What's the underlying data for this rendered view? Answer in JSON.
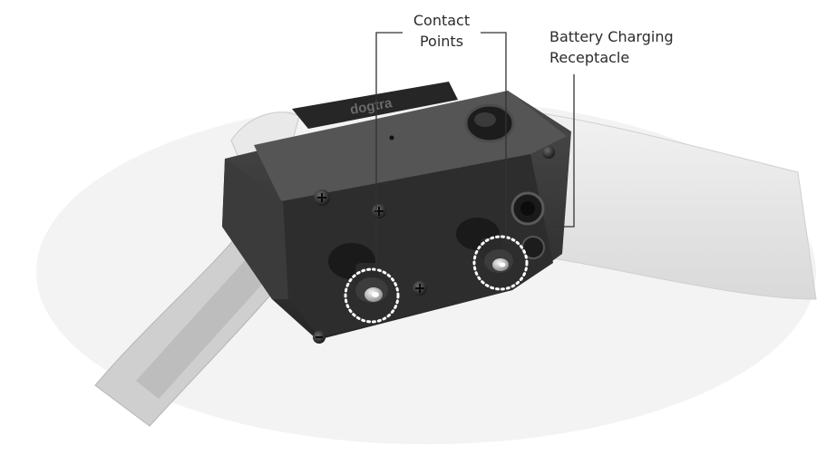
{
  "callouts": {
    "contact_points": {
      "line1": "Contact",
      "line2": "Points"
    },
    "battery_receptacle": {
      "line1": "Battery Charging",
      "line2": "Receptacle"
    }
  },
  "device": {
    "faceplate_text": "dogtra"
  },
  "colors": {
    "body": "#3a3a3a",
    "body_dark": "#1e1e1e",
    "strap": "#e6e6e6",
    "callout_line": "#333333",
    "highlight_ring": "#ffffff"
  }
}
